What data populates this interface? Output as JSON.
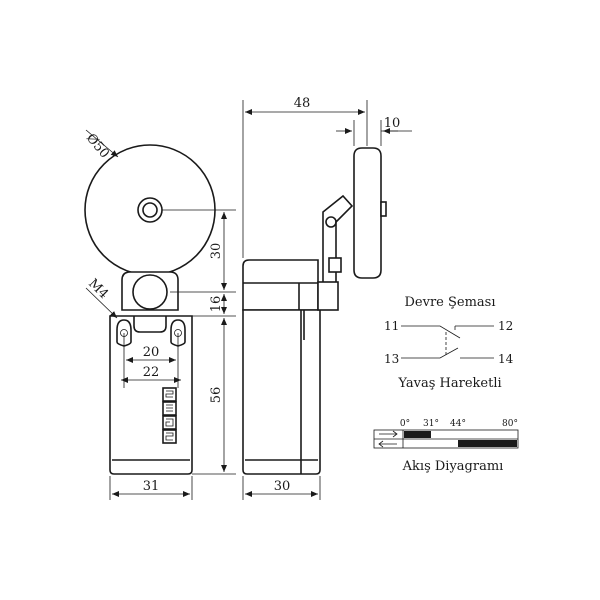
{
  "dimensions": {
    "roller_diameter": "Ø50",
    "hole_thread": "M4",
    "height_30": "30",
    "height_16": "16",
    "height_56": "56",
    "hole_spacing_20": "20",
    "hole_spacing_22": "22",
    "width_31": "31",
    "side_width_48": "48",
    "roller_thickness_10": "10",
    "side_depth_30": "30"
  },
  "circuit": {
    "title": "Devre Şeması",
    "terminal_11": "11",
    "terminal_12": "12",
    "terminal_13": "13",
    "terminal_14": "14",
    "subtitle": "Yavaş Hareketli"
  },
  "flow": {
    "title": "Akış Diyagramı",
    "angles": [
      "0°",
      "31°",
      "44°",
      "80°"
    ]
  }
}
